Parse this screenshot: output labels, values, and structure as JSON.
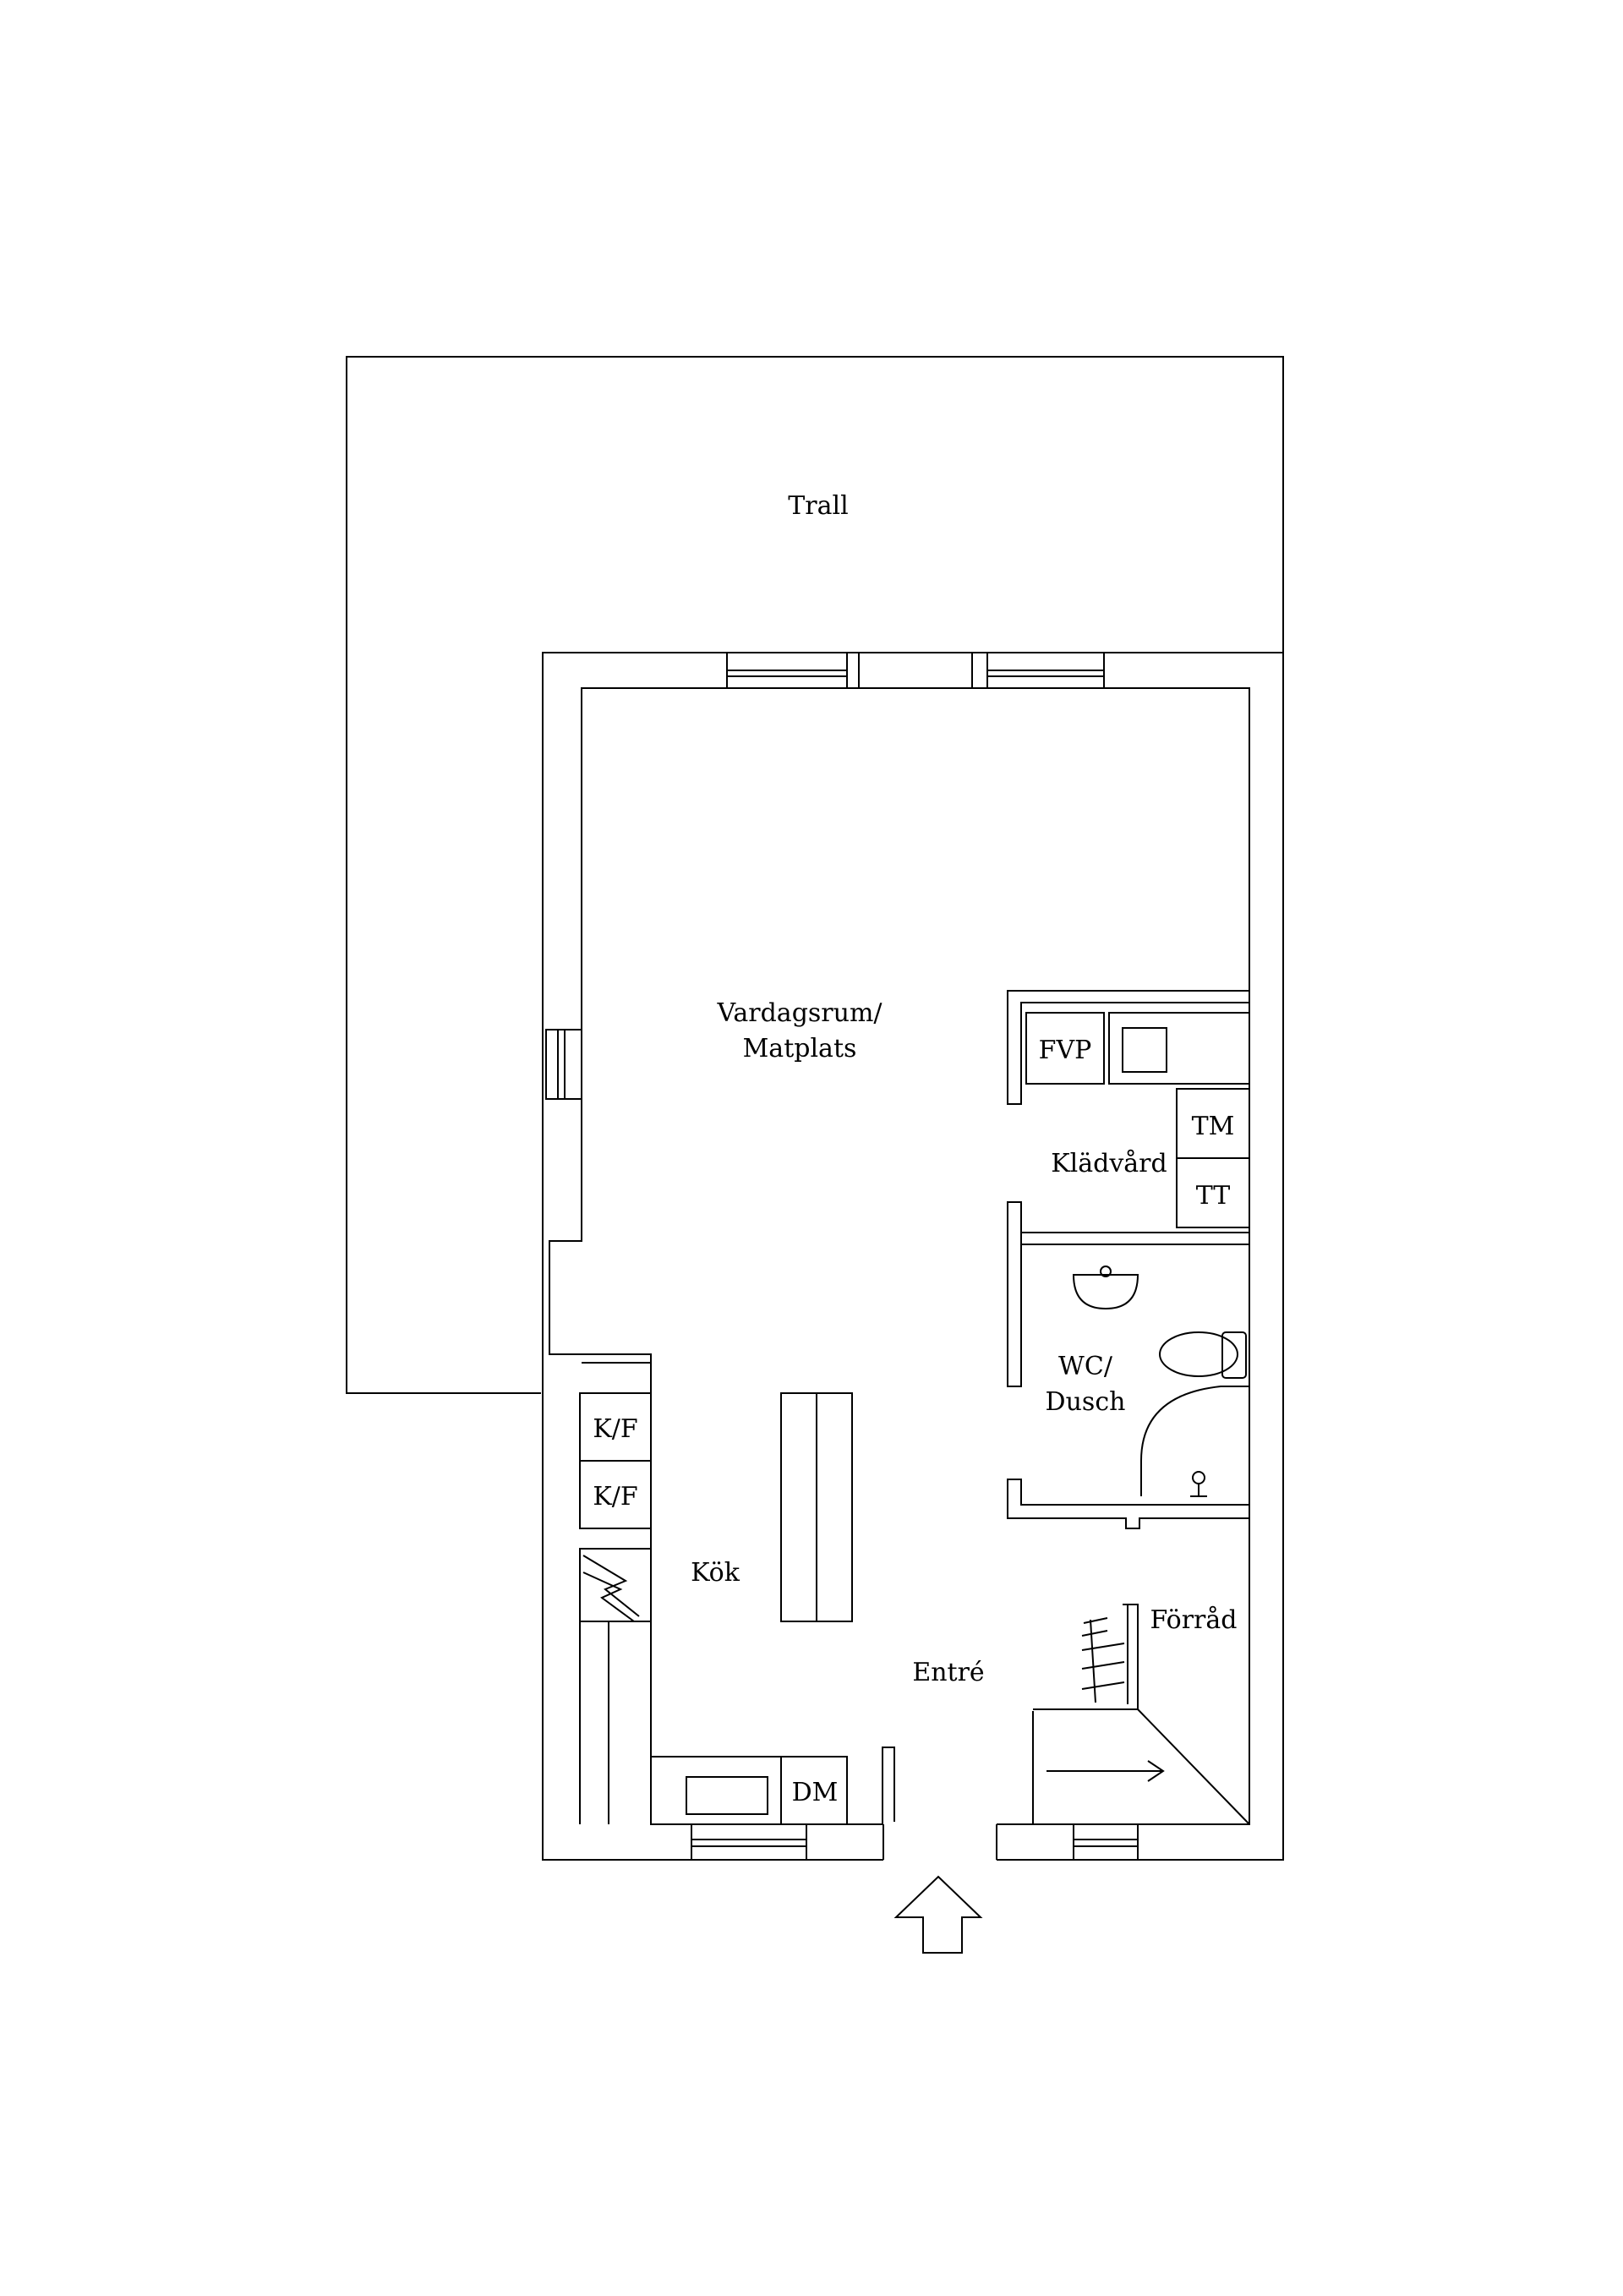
{
  "colors": {
    "background": "#ffffff",
    "line": "#000000"
  },
  "rooms": {
    "trall": "Trall",
    "vardagsrum_line1": "Vardagsrum/",
    "vardagsrum_line2": "Matplats",
    "kladvard": "Klädvård",
    "wc_line1": "WC/",
    "wc_line2": "Dusch",
    "kok": "Kök",
    "entre": "Entré",
    "forrad": "Förråd"
  },
  "appliances": {
    "fvp": "FVP",
    "tm": "TM",
    "tt": "TT",
    "kf1": "K/F",
    "kf2": "K/F",
    "dm": "DM"
  },
  "icons": [
    "entrance-arrow-icon",
    "sink-icon",
    "toilet-icon",
    "shower-icon",
    "stove-icon",
    "stair-arrow-icon"
  ]
}
